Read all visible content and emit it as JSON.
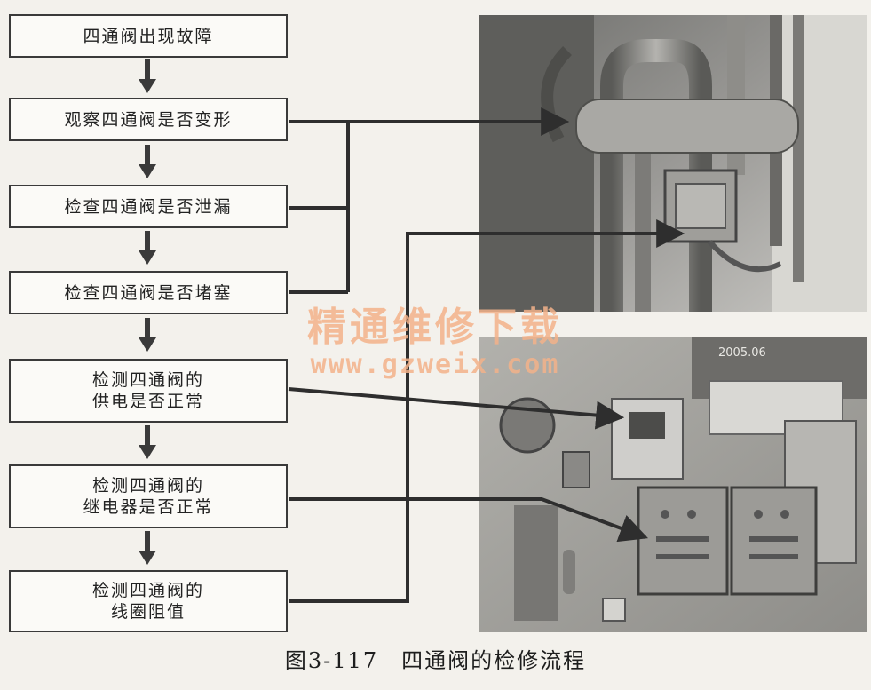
{
  "flow": {
    "steps": [
      {
        "lines": [
          "四通阀出现故障"
        ]
      },
      {
        "lines": [
          "观察四通阀是否变形"
        ]
      },
      {
        "lines": [
          "检查四通阀是否泄漏"
        ]
      },
      {
        "lines": [
          "检查四通阀是否堵塞"
        ]
      },
      {
        "lines": [
          "检测四通阀的",
          "供电是否正常"
        ]
      },
      {
        "lines": [
          "检测四通阀的",
          "继电器是否正常"
        ]
      },
      {
        "lines": [
          "检测四通阀的",
          "线圈阻值"
        ]
      }
    ]
  },
  "photo_bottom": {
    "stamp": "2005.06"
  },
  "watermark": {
    "line1": "精通维修下载",
    "line2": "www.gzweix.com"
  },
  "caption": "图3-117　四通阀的检修流程"
}
